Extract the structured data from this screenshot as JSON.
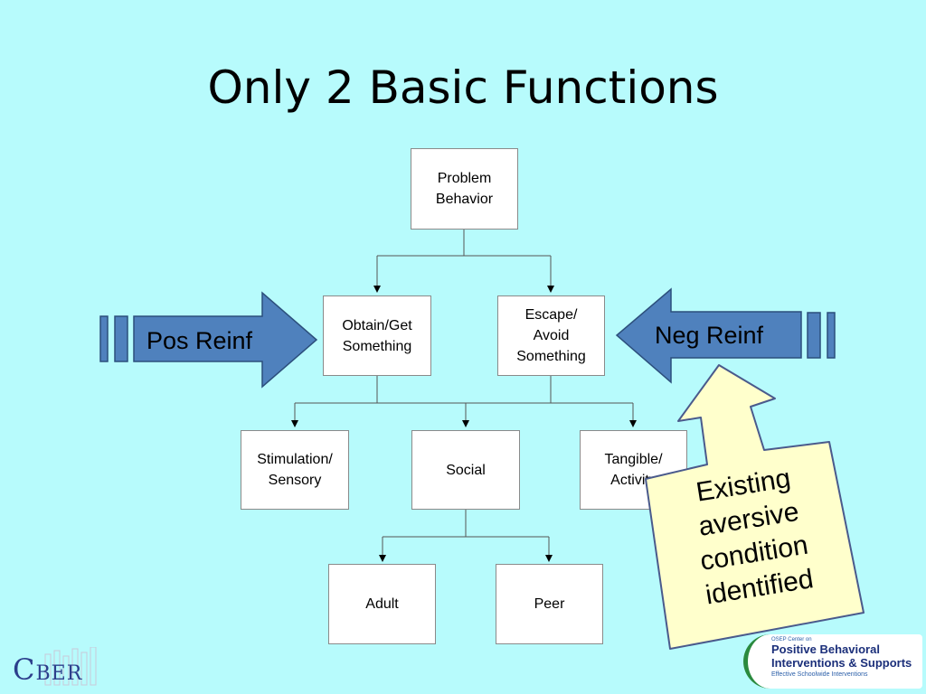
{
  "slide": {
    "title": "Only 2 Basic Functions"
  },
  "diagram": {
    "root": {
      "line1": "Problem",
      "line2": "Behavior"
    },
    "obtain": {
      "line1": "Obtain/Get",
      "line2": "Something"
    },
    "escape": {
      "line1": "Escape/",
      "line2": "Avoid",
      "line3": "Something"
    },
    "stimulation": {
      "line1": "Stimulation/",
      "line2": "Sensory"
    },
    "social": {
      "line1": "Social"
    },
    "tangible": {
      "line1": "Tangible/",
      "line2": "Activity"
    },
    "adult": {
      "line1": "Adult"
    },
    "peer": {
      "line1": "Peer"
    }
  },
  "arrows": {
    "pos_reinf": "Pos Reinf",
    "neg_reinf": "Neg Reinf"
  },
  "callout": {
    "line1": "Existing",
    "line2": "aversive",
    "line3": "condition",
    "line4": "identified"
  },
  "logos": {
    "cber": {
      "first": "C",
      "rest": "BER"
    },
    "pbis": {
      "line1": "OSEP Center on",
      "line2": "Positive Behavioral",
      "line3": "Interventions & Supports",
      "line4": "Effective Schoolwide Interventions"
    }
  },
  "colors": {
    "background": "#b7fbfc",
    "arrow_fill": "#4f81bd",
    "arrow_stroke": "#2c4f7c",
    "callout_fill": "#ffffcc",
    "callout_stroke": "#4a5a8c"
  }
}
